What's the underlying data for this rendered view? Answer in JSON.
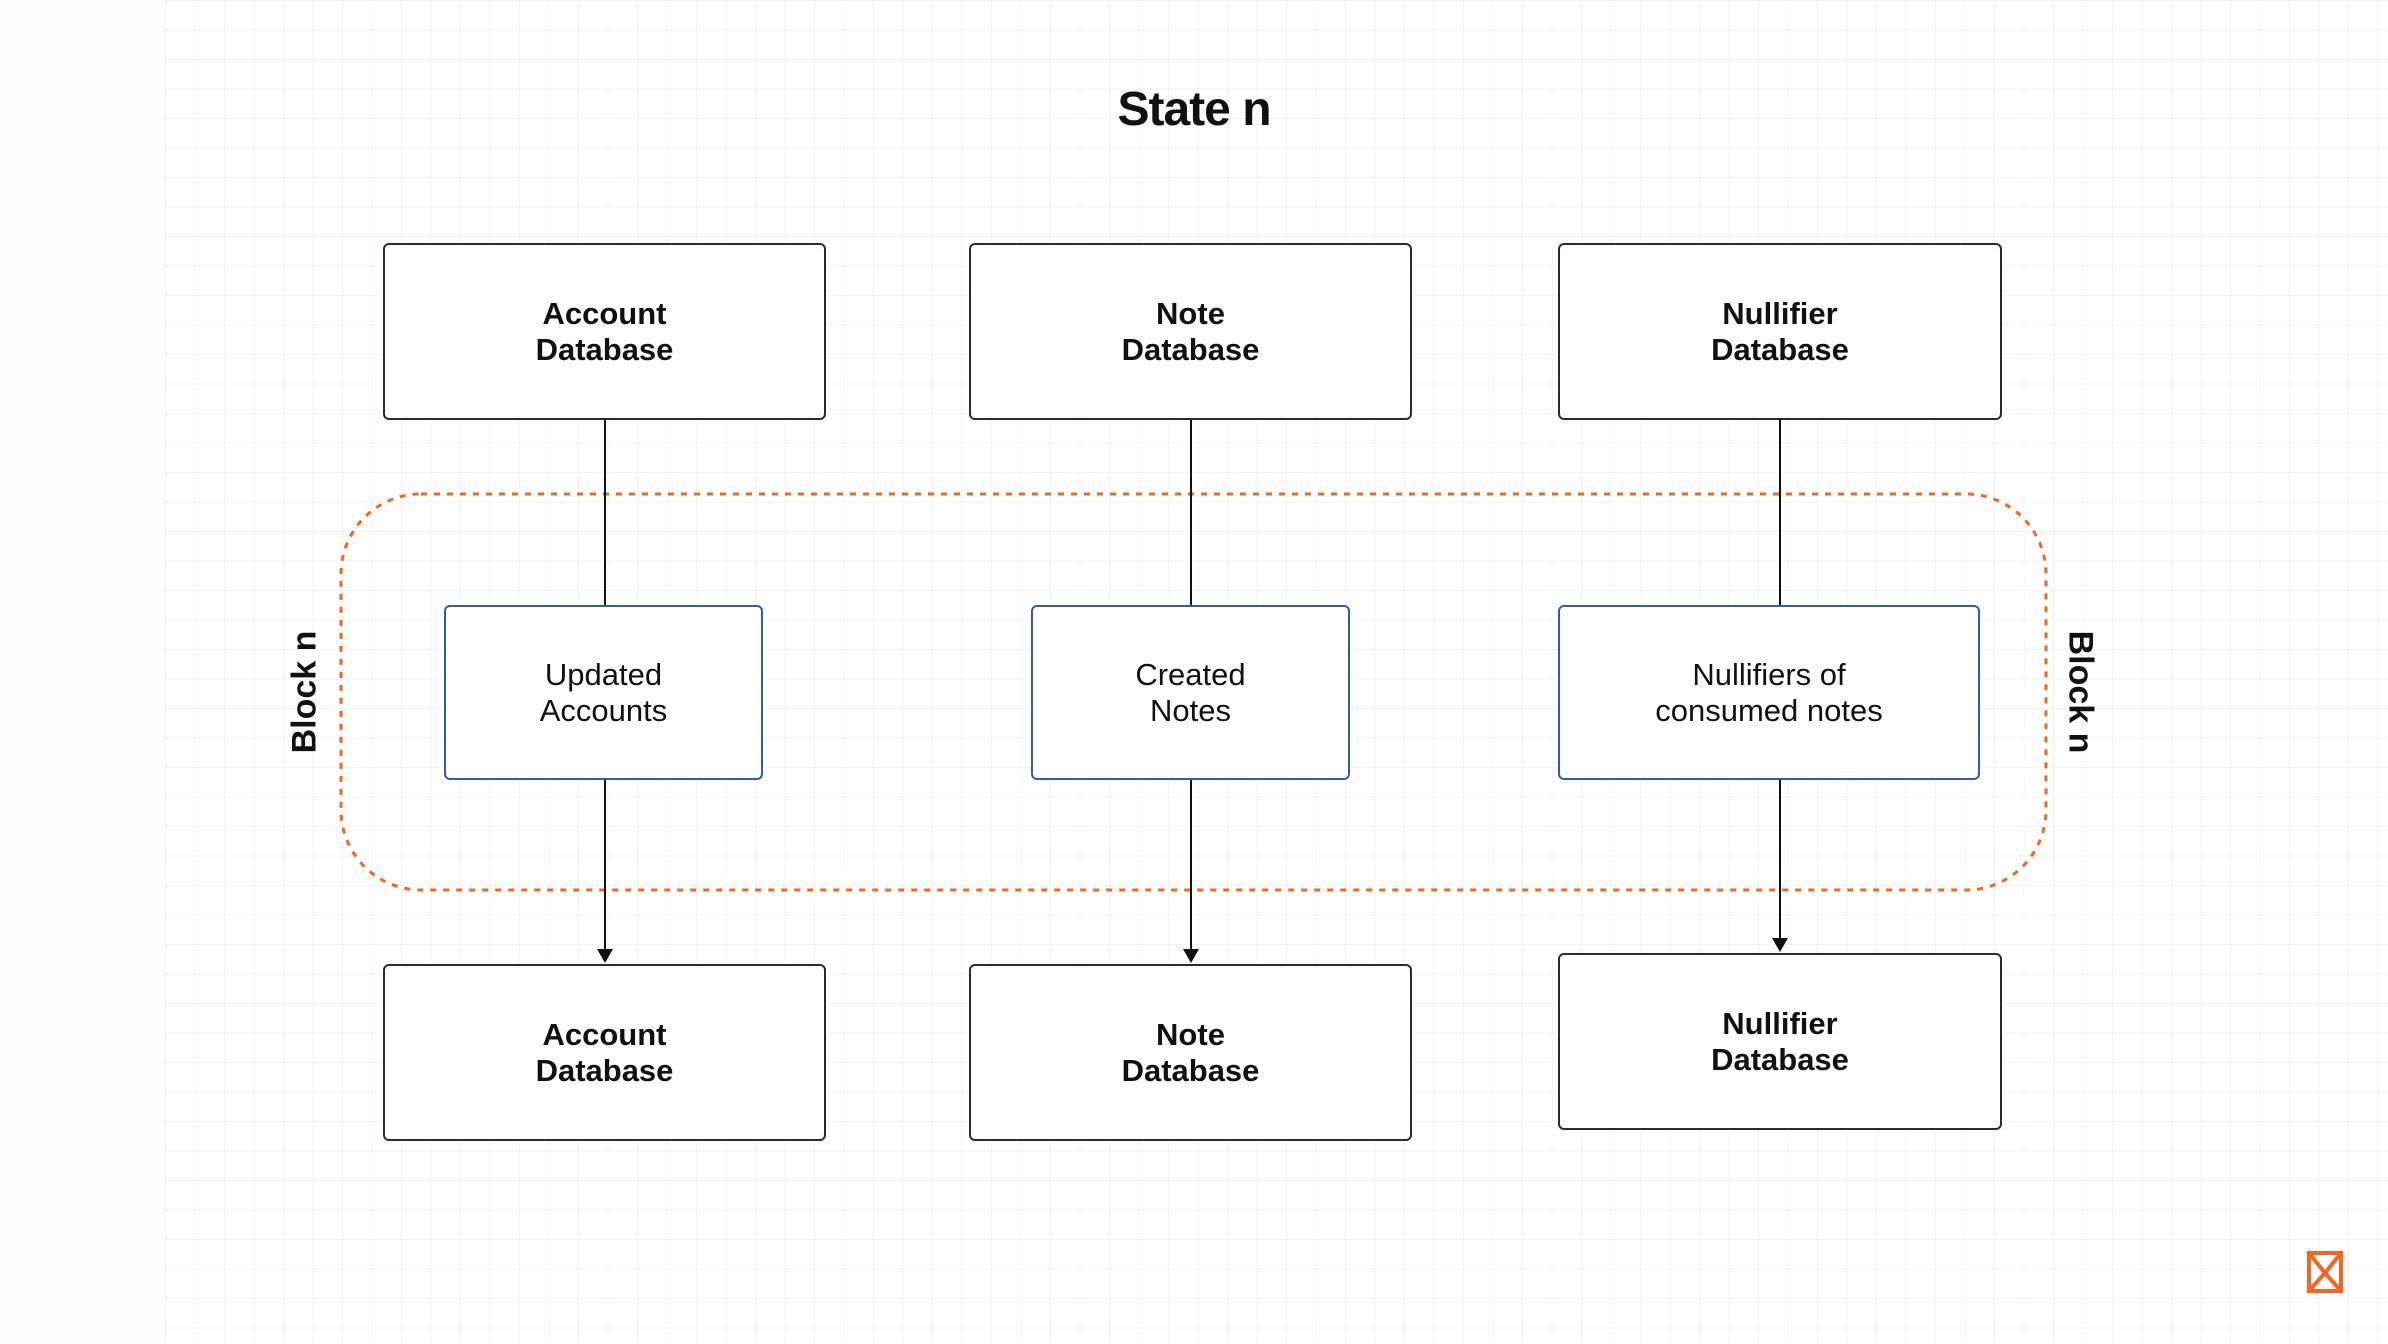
{
  "title": "State n",
  "block_label": "Block n",
  "top_row": [
    {
      "label": "Account\nDatabase"
    },
    {
      "label": "Note\nDatabase"
    },
    {
      "label": "Nullifier\nDatabase"
    }
  ],
  "block_row": [
    {
      "label": "Updated\nAccounts"
    },
    {
      "label": "Created\nNotes"
    },
    {
      "label": "Nullifiers of\nconsumed notes"
    }
  ],
  "bottom_row": [
    {
      "label": "Account\nDatabase"
    },
    {
      "label": "Note\nDatabase"
    },
    {
      "label": "Nullifier\nDatabase"
    }
  ],
  "colors": {
    "accent": "#f26522",
    "block_box_border": "#2f5da8",
    "db_box_border": "#2b2b2b"
  },
  "icons": {
    "logo": "brand-logo-icon"
  }
}
